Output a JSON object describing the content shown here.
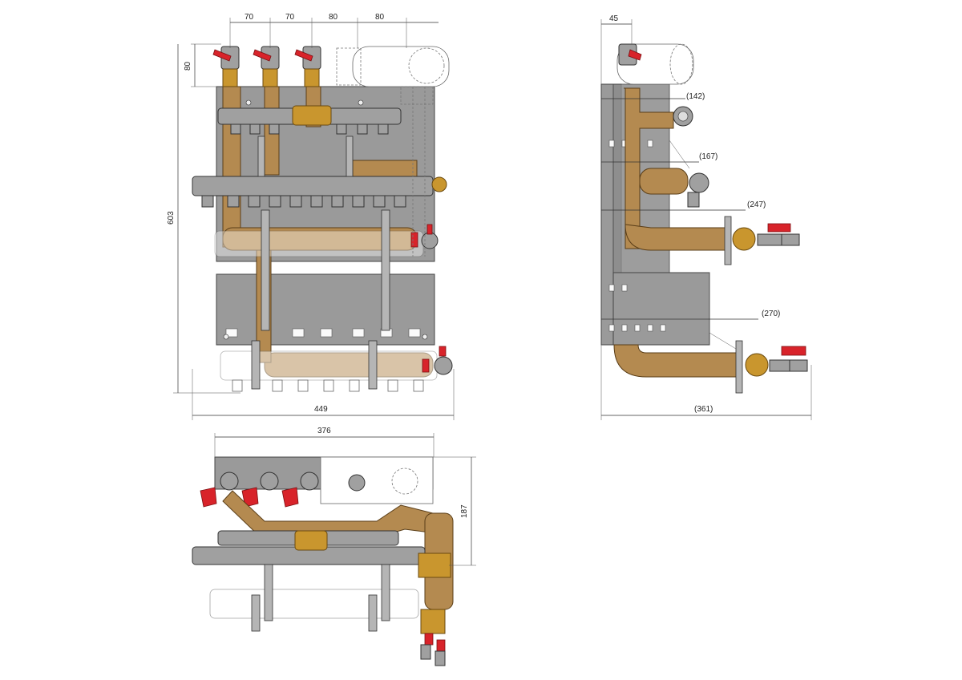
{
  "dimensions": {
    "front": {
      "spacing_1": "70",
      "spacing_2": "70",
      "spacing_3": "80",
      "spacing_4": "80",
      "top_offset": "80",
      "height": "603",
      "width": "449"
    },
    "side": {
      "top_offset": "45",
      "depth_1": "(142)",
      "depth_2": "(167)",
      "depth_3": "(247)",
      "depth_4": "(270)",
      "total_depth": "(361)"
    },
    "top": {
      "width": "376",
      "depth": "187"
    }
  },
  "colors": {
    "plate": "#9a9a9a",
    "pipe": "#b48a50",
    "brass": "#c9962e",
    "valve_handle": "#d8232a",
    "background": "#ffffff"
  }
}
